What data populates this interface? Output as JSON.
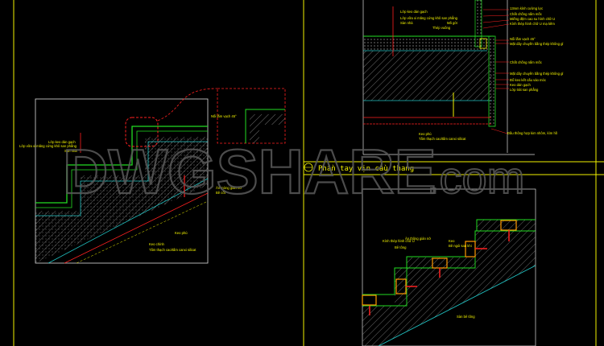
{
  "watermark": {
    "main": "DWGSHARE",
    "suffix": ".com"
  },
  "section_title": {
    "symbol_top": "①",
    "text": "Phần tay vịn cầu thang"
  },
  "left_detail": {
    "labels": [
      "Lớp keo dán gạch",
      "Lớp vữa xi măng cứng khô san phẳng",
      "Sàn nhà",
      "Nối lắm vạch 45°",
      "Ăn mòng gián nở",
      "Bê cốt",
      "Keo phủ",
      "Keo chính",
      "Tấm thạch cao/tấm canxi silicat"
    ]
  },
  "top_right_detail": {
    "labels_left": [
      "Lớp keo dán gạch",
      "Lớp vữa xi măng cứng khô san phẳng",
      "Sàn nhà",
      "Mã gót",
      "Thép vuông"
    ],
    "labels_right": [
      "13mm kính cường lực",
      "Chất chống nấm mốc",
      "Miếng đệm cao su hình chữ U",
      "Kính thép hình chữ U mạ kẽm",
      "Nối lắm vạch 45°",
      "Mặt dây chuyền bằng thép không gỉ",
      "Chất chống nấm mốc",
      "Mặt dây chuyền bằng thép không gỉ",
      "Đổ keo kết cấu vào móc",
      "Keo dán gạch",
      "Lớp trát san phẳng",
      "Đầu thông hợp kim nhôm, kìm hồ"
    ],
    "labels_bottom": [
      "Keo phủ",
      "Tấm thạch cao/tấm canxi silicat"
    ]
  },
  "bottom_right_detail": {
    "labels": [
      "Ăn thông gián nở",
      "Kính thép hình chữ U",
      "Bê tông",
      "Keo",
      "Bê ngói sau khi",
      "Sàn bê tông"
    ]
  },
  "colors": {
    "background": "#000000",
    "frame": "#f2f200",
    "outline": "#e0e0e0",
    "finish": "#22dd22",
    "annotation": "#ff2020",
    "concrete_edge": "#20c0c0",
    "bracket": "#ff9900"
  }
}
